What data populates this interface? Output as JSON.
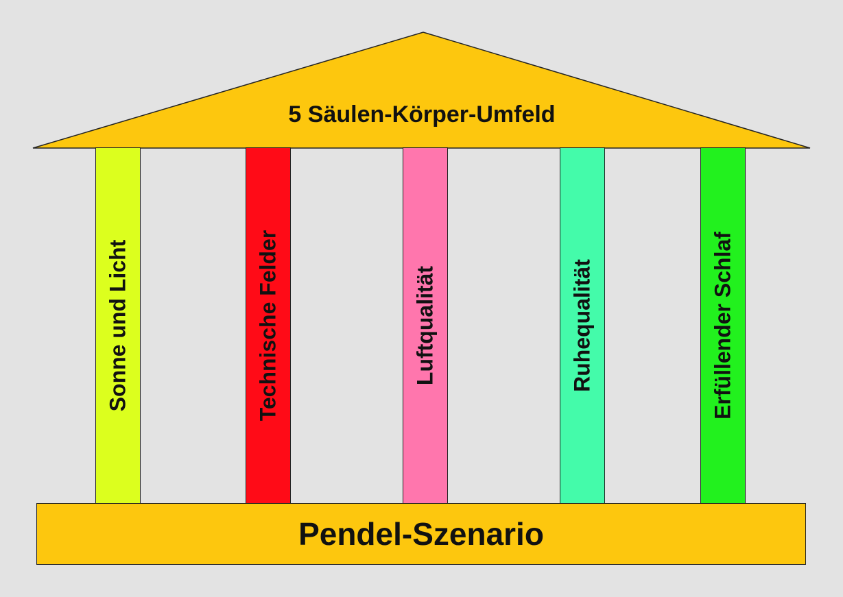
{
  "diagram": {
    "roof": {
      "title": "5 Säulen-Körper-Umfeld",
      "color": "#fdc70e"
    },
    "pillars": [
      {
        "label": "Sonne und Licht",
        "color": "#dcff1e"
      },
      {
        "label": "Technische Felder",
        "color": "#ff0b17"
      },
      {
        "label": "Luftqualität",
        "color": "#ff76ad"
      },
      {
        "label": "Ruhequalität",
        "color": "#44fbaa"
      },
      {
        "label": "Erfüllender Schlaf",
        "color": "#22f11e"
      }
    ],
    "base": {
      "label": "Pendel-Szenario",
      "color": "#fdc70e"
    },
    "background": "#e3e3e3"
  }
}
